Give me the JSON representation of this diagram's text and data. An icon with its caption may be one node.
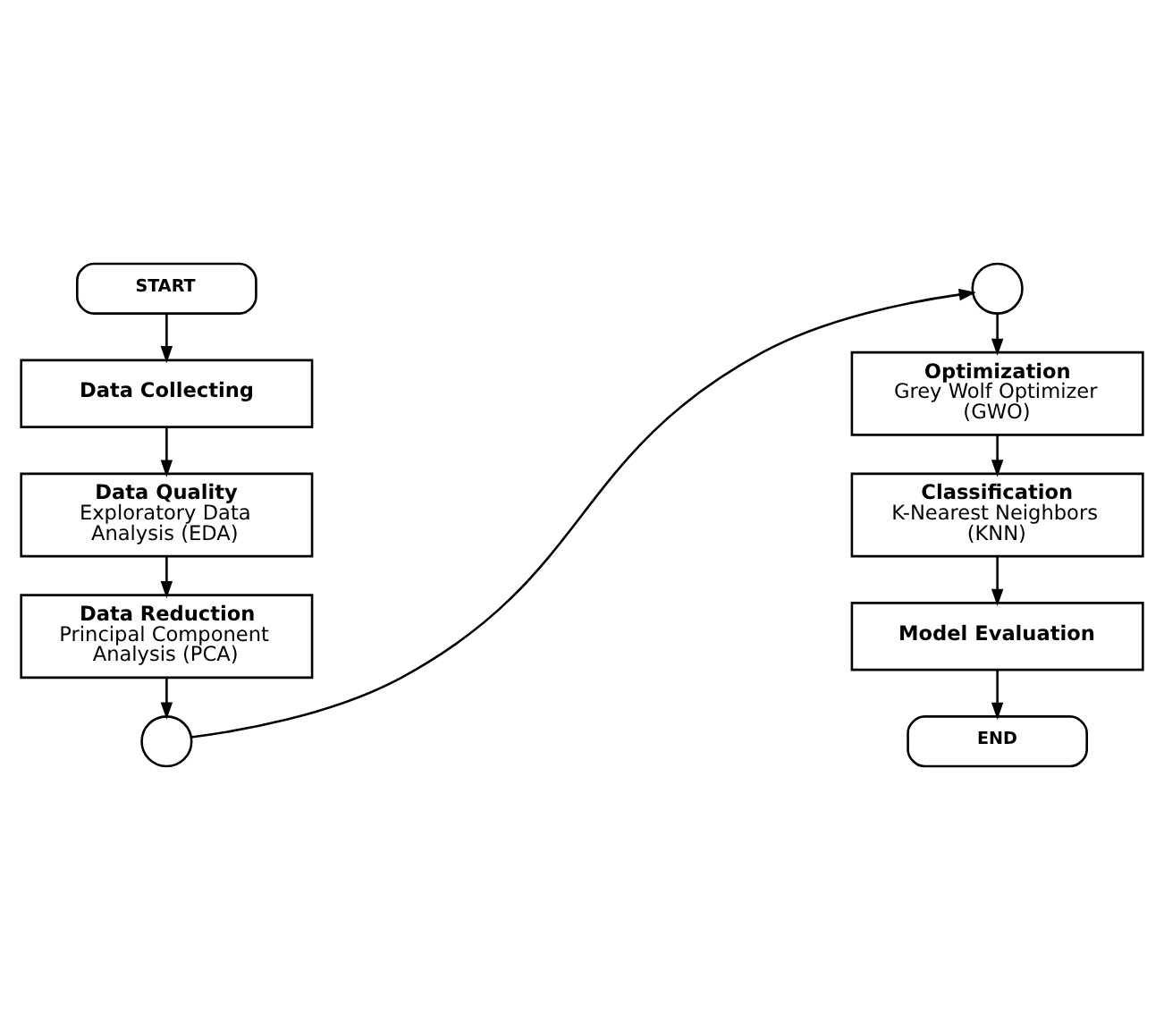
{
  "diagram": {
    "nodes": [
      {
        "text": [
          "START"
        ]
      },
      {
        "text": [
          "Data Collecting"
        ]
      },
      {
        "text": [
          "Data Quality",
          "Exploratory Data Analysis (EDA)"
        ]
      },
      {
        "text": [
          "Data Reduction",
          "Principal Component Analysis (PCA)"
        ]
      },
      {
        "text": [],
        "shape": "circle"
      },
      {
        "text": [],
        "shape": "circle"
      },
      {
        "text": [
          "Optimization",
          "Grey Wolf Optimizer (GWO)"
        ]
      },
      {
        "text": [
          "Classification",
          "K-Nearest Neighbors (KNN)"
        ]
      },
      {
        "text": [
          "Model Evaluation"
        ]
      },
      {
        "text": [
          "END"
        ]
      }
    ],
    "edges": [
      {
        "from": 0,
        "to": 1,
        "arrow": "to"
      },
      {
        "from": 1,
        "to": 2,
        "arrow": "to"
      },
      {
        "from": 2,
        "to": 3,
        "arrow": "to"
      },
      {
        "from": 3,
        "to": 4,
        "arrow": "to"
      },
      {
        "from": 4,
        "to": 5,
        "arrow": "to"
      },
      {
        "from": 5,
        "to": 6,
        "arrow": "to"
      },
      {
        "from": 6,
        "to": 7,
        "arrow": "to"
      },
      {
        "from": 7,
        "to": 8,
        "arrow": "to"
      },
      {
        "from": 8,
        "to": 9,
        "arrow": "to"
      }
    ]
  }
}
